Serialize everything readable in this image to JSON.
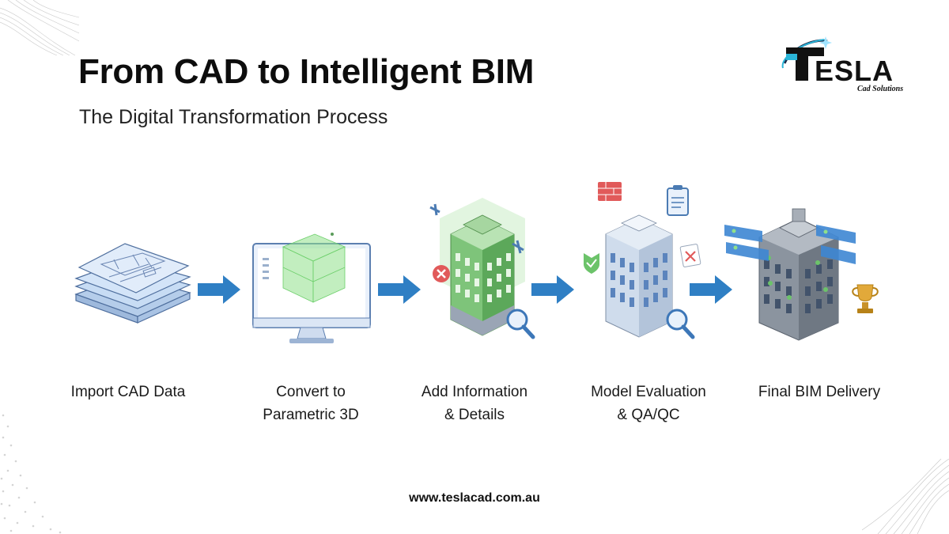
{
  "header": {
    "title": "From CAD to Intelligent BIM",
    "subtitle": "The Digital Transformation Process"
  },
  "logo": {
    "brand": "ESLA",
    "tagline": "Cad Solutions"
  },
  "steps": [
    {
      "label_line1": "Import CAD Data",
      "label_line2": "",
      "icon": "cad-layers-icon"
    },
    {
      "label_line1": "Convert to",
      "label_line2": "Parametric 3D",
      "icon": "monitor-3d-icon"
    },
    {
      "label_line1": "Add Information",
      "label_line2": "& Details",
      "icon": "green-building-icon"
    },
    {
      "label_line1": "Model Evaluation",
      "label_line2": "& QA/QC",
      "icon": "evaluation-building-icon"
    },
    {
      "label_line1": "Final BIM Delivery",
      "label_line2": "",
      "icon": "delivery-building-icon"
    }
  ],
  "footer": {
    "url": "www.teslacad.com.au"
  },
  "colors": {
    "arrow": "#2f7fc4",
    "blueprint": "#a9c8ec",
    "green_building": "#7ec47a",
    "text": "#111111"
  }
}
